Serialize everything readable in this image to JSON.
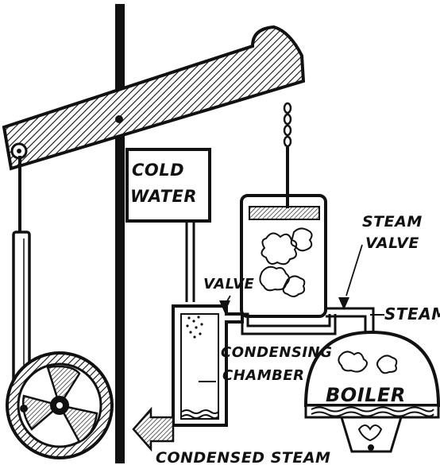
{
  "labels": {
    "cold_water_line1": "COLD",
    "cold_water_line2": "WATER",
    "steam_valve_line1": "STEAM",
    "steam_valve_line2": "VALVE",
    "valve": "VALVE",
    "steam": "STEAM",
    "condensing_line1": "CONDENSING",
    "condensing_line2": "CHAMBER",
    "boiler": "BOILER",
    "condensed_steam": "CONDENSED STEAM"
  }
}
